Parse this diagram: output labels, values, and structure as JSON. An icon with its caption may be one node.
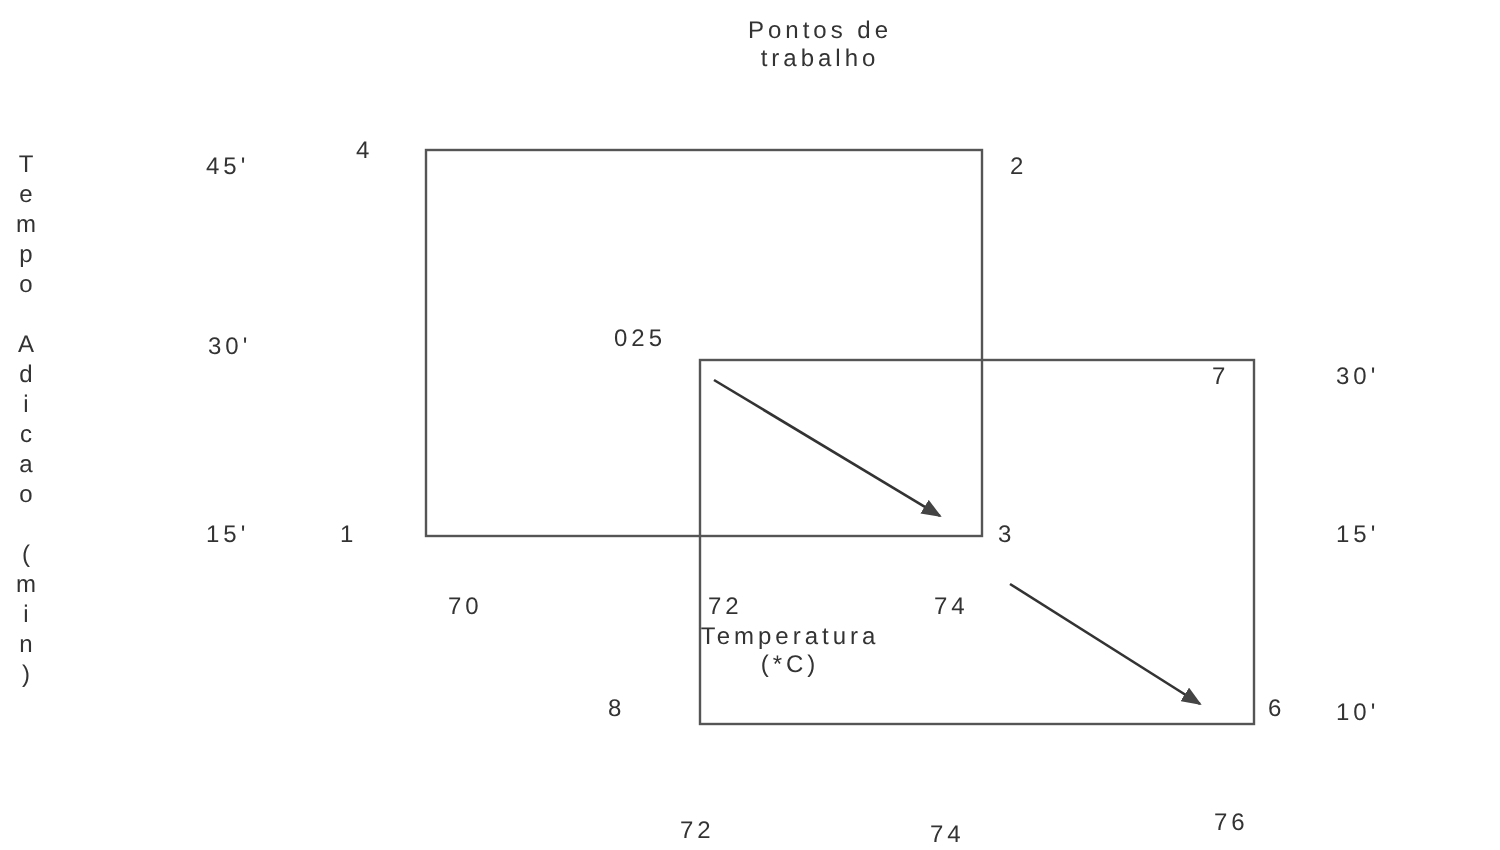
{
  "diagram": {
    "labels": [
      "Pontos de trabalho",
      "Tempo Adicao (min)",
      "45'",
      "4",
      "2",
      "30'",
      "025",
      "7",
      "30'",
      "15'",
      "1",
      "3",
      "15'",
      "70",
      "72",
      "74",
      "Temperatura (*C)",
      "8",
      "6",
      "10'",
      "72",
      "74",
      "76"
    ]
  }
}
